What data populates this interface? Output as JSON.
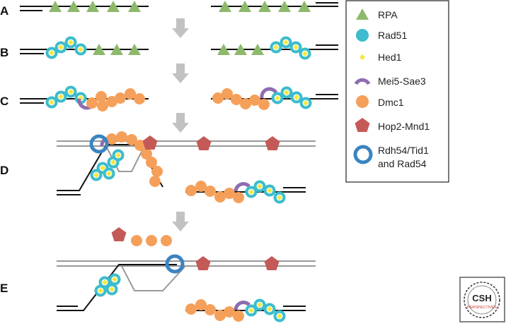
{
  "figure": {
    "steps": [
      "A",
      "B",
      "C",
      "D",
      "E"
    ]
  },
  "legend": {
    "items": [
      {
        "id": "rpa",
        "label": "RPA",
        "color": "#8db96b",
        "symbol": "triangle-icon"
      },
      {
        "id": "rad51",
        "label": "Rad51",
        "color": "#3cbccd",
        "symbol": "circle-icon"
      },
      {
        "id": "hed1",
        "label": "Hed1",
        "color": "#f4e842",
        "symbol": "diamond-icon"
      },
      {
        "id": "mei5",
        "label": "Mei5-Sae3",
        "color": "#8e6cb0",
        "symbol": "arc-icon"
      },
      {
        "id": "dmc1",
        "label": "Dmc1",
        "color": "#f5a05a",
        "symbol": "circle-icon"
      },
      {
        "id": "hop2",
        "label": "Hop2-Mnd1",
        "color": "#c45a57",
        "symbol": "pentagon-icon"
      },
      {
        "id": "rdh54",
        "label_line1": "Rdh54/Tid1",
        "label_line2": "and Rad54",
        "color": "#3a84c1",
        "symbol": "ring-icon"
      }
    ]
  },
  "logo": {
    "line1": "CSH",
    "line2": "PERSPECTIVES"
  }
}
